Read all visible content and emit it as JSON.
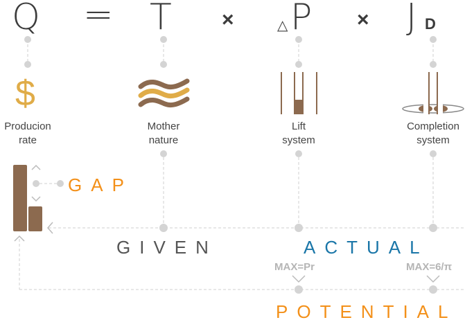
{
  "equation": {
    "q": "Q",
    "equals": "=",
    "t": "T",
    "times1": "×",
    "delta": "△",
    "p": "P",
    "times2": "×",
    "j": "J",
    "d": "D"
  },
  "factors": [
    {
      "line1": "Producion",
      "line2": "rate",
      "icon": "dollar-icon"
    },
    {
      "line1": "Mother",
      "line2": "nature",
      "icon": "waves-icon"
    },
    {
      "line1": "Lift",
      "line2": "system",
      "icon": "lift-pipe-icon"
    },
    {
      "line1": "Completion",
      "line2": "system",
      "icon": "completion-icon"
    }
  ],
  "labels": {
    "gap": "GAP",
    "given": "GIVEN",
    "actual": "ACTUAL",
    "potential": "POTENTIAL",
    "max_pr": "MAX=Pr",
    "max_pi": "MAX=6/π"
  },
  "colors": {
    "orange": "#f39019",
    "blue": "#1a76a8",
    "brown": "#8c6a4f",
    "gold": "#e0ac48",
    "dark": "#3c3c3c"
  }
}
